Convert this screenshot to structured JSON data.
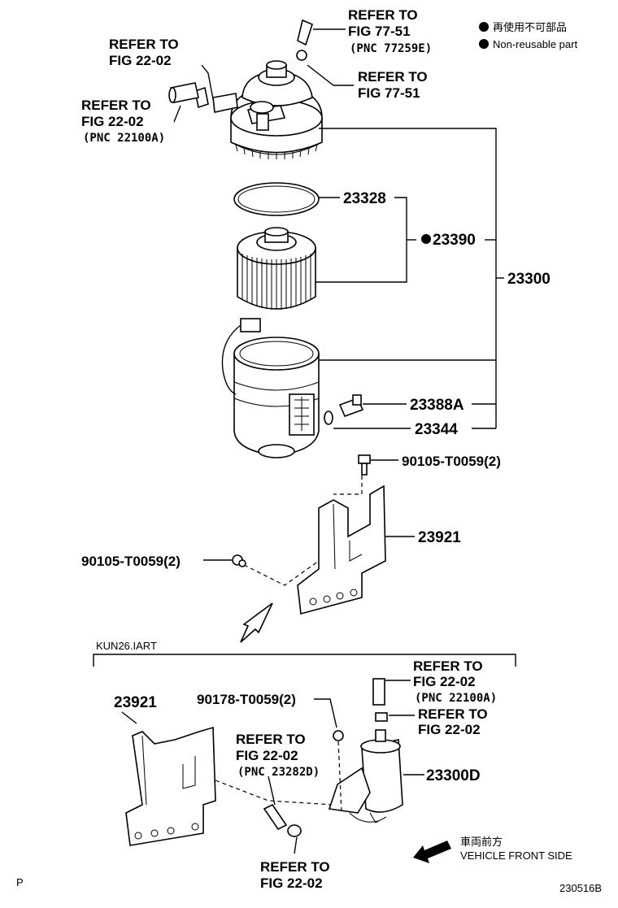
{
  "legend": {
    "reusable_jp": "再使用不可部品",
    "non_reusable": "Non-reusable part"
  },
  "refs": {
    "top_center": {
      "l1": "REFER TO",
      "l2": "FIG 77-51",
      "pnc": "(PNC 77259E)"
    },
    "right_mid": {
      "l1": "REFER TO",
      "l2": "FIG 77-51"
    },
    "left_top": {
      "l1": "REFER TO",
      "l2": "FIG 22-02"
    },
    "left_pnc": {
      "l1": "REFER TO",
      "l2": "FIG 22-02",
      "pnc": "(PNC 22100A)"
    },
    "lower_right_top": {
      "l1": "REFER TO",
      "l2": "FIG 22-02",
      "pnc": "(PNC 22100A)"
    },
    "lower_right_mid": {
      "l1": "REFER TO",
      "l2": "FIG 22-02"
    },
    "lower_center": {
      "l1": "REFER TO",
      "l2": "FIG 22-02",
      "pnc": "(PNC 23282D)"
    },
    "lower_bottom": {
      "l1": "REFER TO",
      "l2": "FIG 22-02"
    }
  },
  "parts": {
    "p23328": "23328",
    "p23390": "23390",
    "p23300": "23300",
    "p23388a": "23388A",
    "p23344": "23344",
    "bolt_right": "90105-T0059(2)",
    "bolt_left": "90105-T0059(2)",
    "p23921": "23921",
    "p23921_lower": "23921",
    "nut_lower": "90178-T0059(2)",
    "p23300d": "23300D"
  },
  "frame_label": "KUN26.IART",
  "direction": {
    "jp": "車両前方",
    "en": "VEHICLE FRONT SIDE"
  },
  "corner_left": "P",
  "corner_right": "230516B"
}
